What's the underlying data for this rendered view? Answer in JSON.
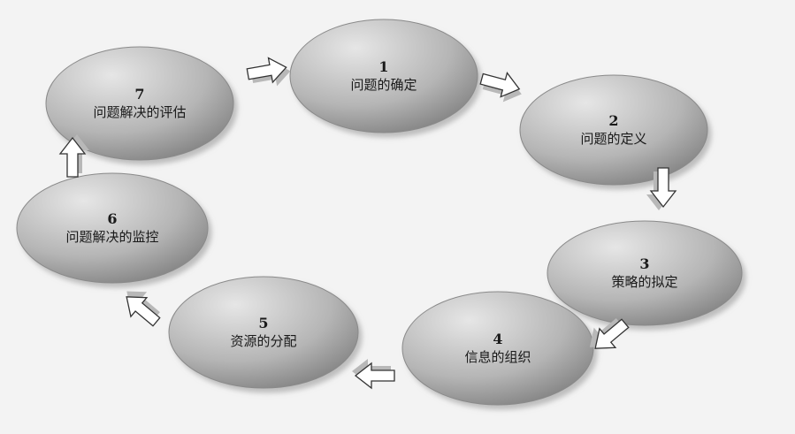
{
  "steps": [
    {
      "number": "1",
      "label": "问题的确定"
    },
    {
      "number": "2",
      "label": "问题的定义"
    },
    {
      "number": "3",
      "label": "策略的拟定"
    },
    {
      "number": "4",
      "label": "信息的组织"
    },
    {
      "number": "5",
      "label": "资源的分配"
    },
    {
      "number": "6",
      "label": "问题解决的监控"
    },
    {
      "number": "7",
      "label": "问题解决的评估"
    }
  ],
  "colors": {
    "node_light": "#e2e2e2",
    "node_dark": "#8a8a8a",
    "background": "#f3f3f3"
  }
}
